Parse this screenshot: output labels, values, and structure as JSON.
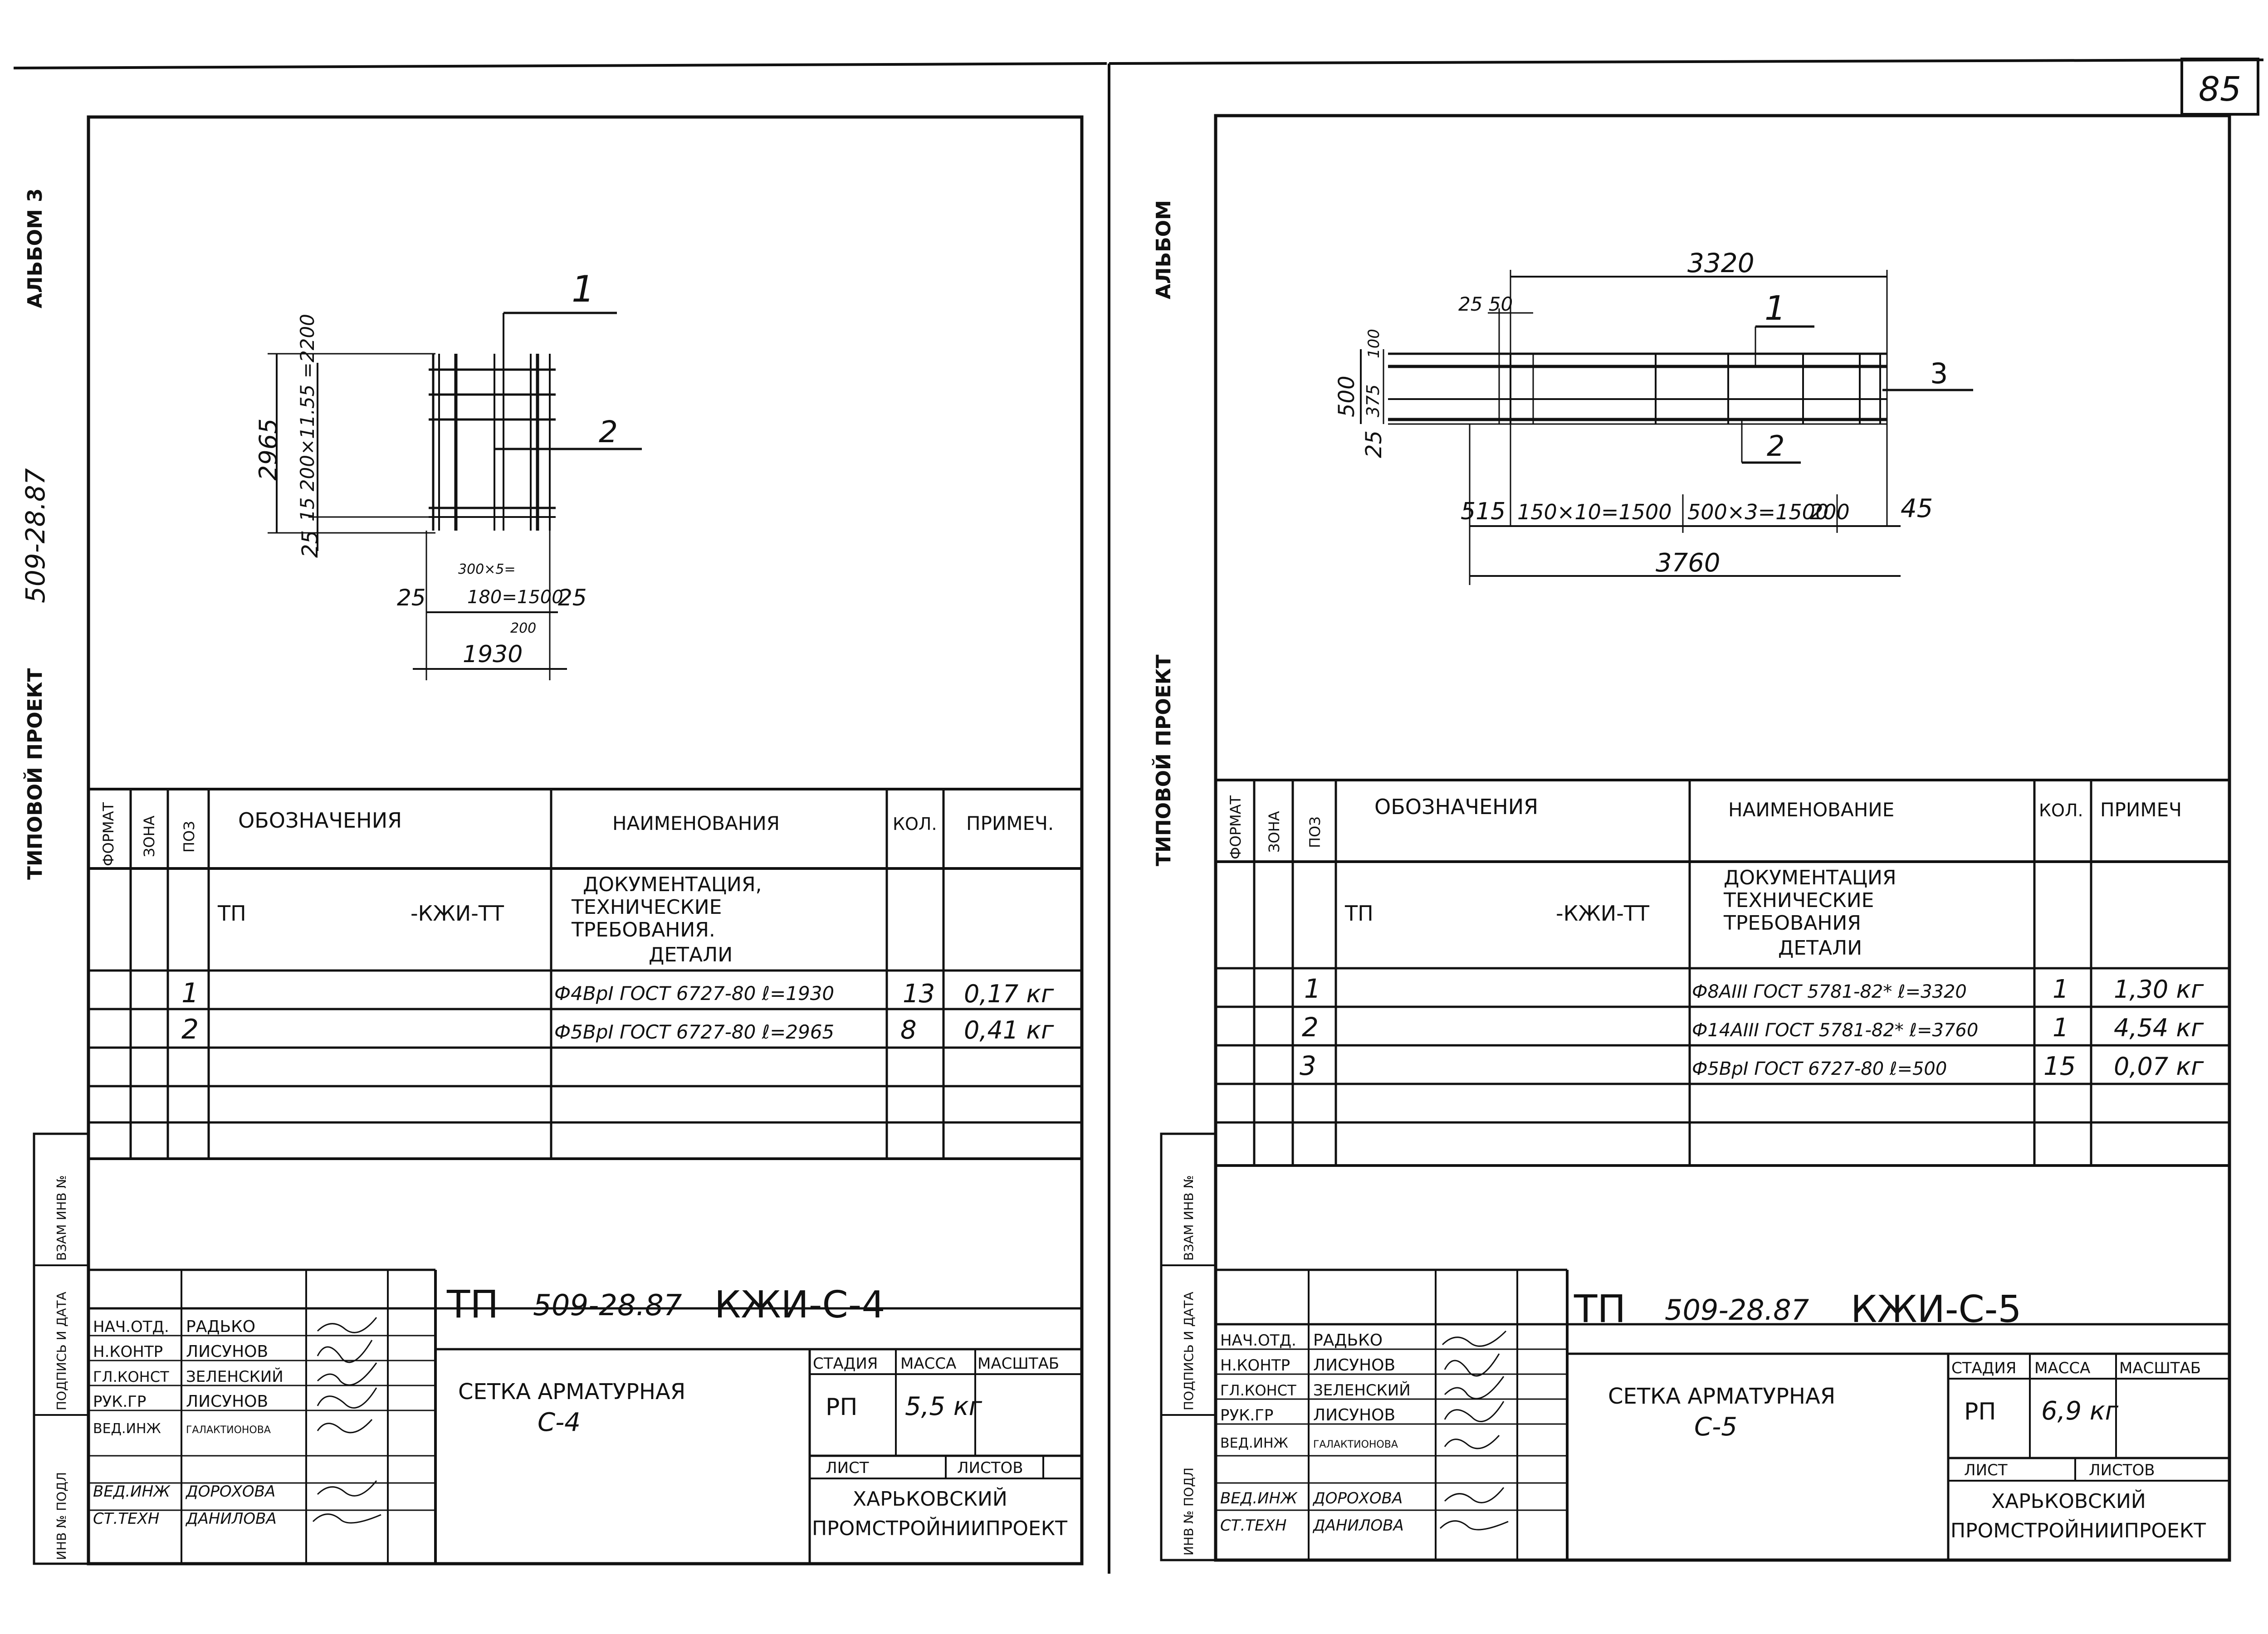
{
  "page_number": "85",
  "left": {
    "margin": {
      "album": "АЛЬБОМ 3",
      "project_code": "509-28.87",
      "project_type": "ТИПОВОЙ ПРОЕКТ",
      "stamp": [
        "ВЗАМ ИНВ №",
        "ПОДПИСЬ И ДАТА",
        "ИНВ № ПОДЛ"
      ]
    },
    "drawing": {
      "pos1": "1",
      "pos2": "2",
      "dims": {
        "height_total": "2965",
        "height_spacing": "15 200×11.55 =2200",
        "height_edge": "25",
        "width_spacing": "300×5=",
        "width_inner": "180=1500",
        "width_left": "25",
        "width_right": "25",
        "width_step": "200",
        "width_total": "1930"
      }
    },
    "table": {
      "headers": [
        "ФОРМАТ",
        "ЗОНА",
        "ПОЗ",
        "ОБОЗНАЧЕНИЯ",
        "НАИМЕНОВАНИЯ",
        "КОЛ.",
        "ПРИМЕЧ."
      ],
      "doc_row": {
        "code_left": "ТП",
        "code_right": "-КЖИ-ТТ",
        "name": [
          "ДОКУМЕНТАЦИЯ,",
          "ТЕХНИЧЕСКИЕ",
          "ТРЕБОВАНИЯ.",
          "ДЕТАЛИ"
        ]
      },
      "rows": [
        {
          "pos": "1",
          "name": "Ф4ВрI ГОСТ 6727-80 ℓ=1930",
          "qty": "13",
          "note": "0,17 кг"
        },
        {
          "pos": "2",
          "name": "Ф5ВрI ГОСТ 6727-80 ℓ=2965",
          "qty": "8",
          "note": "0,41 кг"
        }
      ]
    },
    "title_block": {
      "code_prefix": "ТП",
      "code": "509-28.87",
      "code_suffix": "КЖИ-С-4",
      "roles": [
        "НАЧ.ОТД.",
        "Н.КОНТР",
        "ГЛ.КОНСТ",
        "РУК.ГР",
        "ВЕД.ИНЖ",
        "ВЕД.ИНЖ",
        "СТ.ТЕХН"
      ],
      "names": [
        "РАДЬКО",
        "ЛИСУНОВ",
        "ЗЕЛЕНСКИЙ",
        "ЛИСУНОВ",
        "ГАЛАКТИОНОВА",
        "ДОРОХОВА",
        "ДАНИЛОВА"
      ],
      "title": [
        "СЕТКА АРМАТУРНАЯ",
        "С-4"
      ],
      "labels": {
        "stage": "СТАДИЯ",
        "mass": "МАССА",
        "scale": "МАСШТАБ",
        "sheet": "ЛИСТ",
        "sheets": "ЛИСТОВ"
      },
      "stage": "РП",
      "mass": "5,5 кг",
      "org": [
        "ХАРЬКОВСКИЙ",
        "ПРОМСТРОЙНИИПРОЕКТ"
      ]
    }
  },
  "right": {
    "margin": {
      "album": "АЛЬБОМ",
      "project_type": "ТИПОВОЙ ПРОЕКТ",
      "stamp": [
        "ВЗАМ ИНВ №",
        "ПОДПИСЬ И ДАТА",
        "ИНВ № ПОДЛ"
      ]
    },
    "drawing": {
      "pos1": "1",
      "pos2": "2",
      "pos3": "3",
      "dims": {
        "length_inner": "3320",
        "offsets": "25 50",
        "height_total": "500",
        "height_inner": "375",
        "height_top": "100",
        "height_edge": "25",
        "seg_a": "515",
        "seg_b": "150×10=1500",
        "seg_c": "500×3=1500",
        "seg_d": "200",
        "seg_e": "45",
        "length_total": "3760"
      }
    },
    "table": {
      "headers": [
        "ФОРМАТ",
        "ЗОНА",
        "ПОЗ",
        "ОБОЗНАЧЕНИЯ",
        "НАИМЕНОВАНИЕ",
        "КОЛ.",
        "ПРИМЕЧ"
      ],
      "doc_row": {
        "code_left": "ТП",
        "code_right": "-КЖИ-ТТ",
        "name": [
          "ДОКУМЕНТАЦИЯ",
          "ТЕХНИЧЕСКИЕ",
          "ТРЕБОВАНИЯ",
          "ДЕТАЛИ"
        ]
      },
      "rows": [
        {
          "pos": "1",
          "name": "Ф8АIII ГОСТ 5781-82* ℓ=3320",
          "qty": "1",
          "note": "1,30 кг"
        },
        {
          "pos": "2",
          "name": "Ф14АIII ГОСТ 5781-82* ℓ=3760",
          "qty": "1",
          "note": "4,54 кг"
        },
        {
          "pos": "3",
          "name": "Ф5ВрI ГОСТ 6727-80 ℓ=500",
          "qty": "15",
          "note": "0,07 кг"
        }
      ]
    },
    "title_block": {
      "code_prefix": "ТП",
      "code": "509-28.87",
      "code_suffix": "КЖИ-С-5",
      "roles": [
        "НАЧ.ОТД.",
        "Н.КОНТР",
        "ГЛ.КОНСТ",
        "РУК.ГР",
        "ВЕД.ИНЖ",
        "ВЕД.ИНЖ",
        "СТ.ТЕХН"
      ],
      "names": [
        "РАДЬКО",
        "ЛИСУНОВ",
        "ЗЕЛЕНСКИЙ",
        "ЛИСУНОВ",
        "ГАЛАКТИОНОВА",
        "ДОРОХОВА",
        "ДАНИЛОВА"
      ],
      "title": [
        "СЕТКА АРМАТУРНАЯ",
        "С-5"
      ],
      "labels": {
        "stage": "СТАДИЯ",
        "mass": "МАССА",
        "scale": "МАСШТАБ",
        "sheet": "ЛИСТ",
        "sheets": "ЛИСТОВ"
      },
      "stage": "РП",
      "mass": "6,9 кг",
      "org": [
        "ХАРЬКОВСКИЙ",
        "ПРОМСТРОЙНИИПРОЕКТ"
      ]
    }
  }
}
